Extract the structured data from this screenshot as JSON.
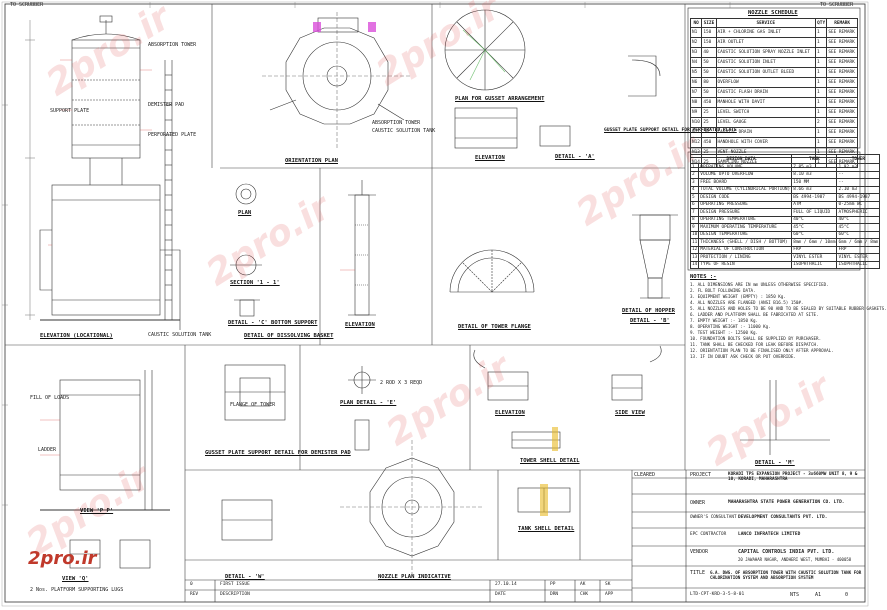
{
  "watermark": "2pro.ir",
  "logo_text": "2pro.ir",
  "top_labels": {
    "top_left": "TO SCRUBBER",
    "top_right": "TO SCRUBBER"
  },
  "view_titles": {
    "elevation_loc": "ELEVATION (LOCATIONAL)",
    "orientation_plan": "ORIENTATION PLAN",
    "plan_gusset": "PLAN FOR GUSSET ARRANGEMENT",
    "gusset_detail": "GUSSET PLATE SUPPORT DETAIL FOR PERFORATED PLATE",
    "elevation_mid": "ELEVATION",
    "detail_a": "DETAIL - 'A'",
    "plan": "PLAN",
    "section_11": "SECTION '1 - 1'",
    "detail_c": "DETAIL - 'C' BOTTOM SUPPORT",
    "detail_dissolving": "DETAIL OF DISSOLVING BASKET",
    "elevation_basket": "ELEVATION",
    "detail_tower_flange": "DETAIL OF TOWER FLANGE",
    "detail_hopper": "DETAIL OF HOPPER",
    "detail_b": "DETAIL - 'B'",
    "gusset_demister": "GUSSET PLATE SUPPORT DETAIL FOR DEMISTER PAD",
    "plan_detail_e": "PLAN DETAIL - 'E'",
    "elevation_small": "ELEVATION",
    "side_view": "SIDE VIEW",
    "tower_shell_detail": "TOWER SHELL DETAIL",
    "tank_shell_detail": "TANK SHELL DETAIL",
    "nozzle_plan": "NOZZLE PLAN INDICATIVE",
    "view_pp": "VIEW 'P P'",
    "view_q": "VIEW 'Q'",
    "detail_w": "DETAIL - 'W'",
    "detail_m": "DETAIL - 'M'"
  },
  "callouts": {
    "absorption_tower": "ABSORPTION TOWER",
    "caustic_tank": "CAUSTIC SOLUTION TANK",
    "absorption_tower_2": "ABSORPTION TOWER",
    "caustic_tank_2": "CAUSTIC SOLUTION TANK",
    "demister_pad": "DEMISTER PAD",
    "perforated_plate": "PERFORATED PLATE",
    "support_plate": "SUPPORT PLATE",
    "ladder": "LADDER",
    "platform_note": "2 Nos. PLATFORM SUPPORTING LUGS",
    "flange_note": "FLANGE OF TOWER",
    "fill_note": "FILL OF LOADS",
    "rods": "2 ROD X 3 REQD"
  },
  "nozzle_schedule": {
    "title": "NOZZLE SCHEDULE",
    "headers": [
      "NO",
      "SIZE",
      "SERVICE",
      "QTY",
      "REMARK"
    ],
    "rows": [
      [
        "N1",
        "150",
        "AIR + CHLORINE GAS INLET",
        "1",
        "SEE REMARK"
      ],
      [
        "N2",
        "150",
        "AIR OUTLET",
        "1",
        "SEE REMARK"
      ],
      [
        "N3",
        "40",
        "CAUSTIC SOLUTION SPRAY NOZZLE INLET",
        "1",
        "SEE REMARK"
      ],
      [
        "N4",
        "50",
        "CAUSTIC SOLUTION INLET",
        "1",
        "SEE REMARK"
      ],
      [
        "N5",
        "50",
        "CAUSTIC SOLUTION OUTLET BLEED",
        "1",
        "SEE REMARK"
      ],
      [
        "N6",
        "80",
        "OVERFLOW",
        "1",
        "SEE REMARK"
      ],
      [
        "N7",
        "50",
        "CAUSTIC FLASH DRAIN",
        "1",
        "SEE REMARK"
      ],
      [
        "N8",
        "450",
        "MANHOLE WITH DAVIT",
        "1",
        "SEE REMARK"
      ],
      [
        "N9",
        "25",
        "LEVEL SWITCH",
        "1",
        "SEE REMARK"
      ],
      [
        "N10",
        "25",
        "LEVEL GAUGE",
        "2",
        "SEE REMARK"
      ],
      [
        "N11",
        "50",
        "CAUSTIC DRAIN",
        "1",
        "SEE REMARK"
      ],
      [
        "N12",
        "450",
        "HANDHOLE WITH COVER",
        "1",
        "SEE REMARK"
      ],
      [
        "N13",
        "25",
        "VENT NOZZLE",
        "1",
        "SEE REMARK"
      ],
      [
        "N14",
        "25",
        "SAMPLING NOZZLE",
        "1",
        "SEE REMARK"
      ]
    ]
  },
  "design_data": {
    "headers": [
      "DESIGN DATA",
      "TANK",
      "TOWER"
    ],
    "rows": [
      [
        "1",
        "OPERATING VOLUME",
        "7.85 m3",
        "1.92 m3"
      ],
      [
        "2",
        "VOLUME UPTO OVERFLOW",
        "8.10 m3",
        "--"
      ],
      [
        "3",
        "FREE BOARD",
        "150 MM",
        "--"
      ],
      [
        "4",
        "TOTAL VOLUME (CYLINDRICAL PORTION)",
        "8.66 m3",
        "2.10 m3"
      ],
      [
        "5",
        "DESIGN CODE",
        "BS 4994-1987",
        "BS 4994-1987"
      ],
      [
        "6",
        "OPERATING PRESSURE",
        "ATM",
        "0-25mm WC"
      ],
      [
        "7",
        "DESIGN PRESSURE",
        "FULL OF LIQUID",
        "ATMOSPHERIC"
      ],
      [
        "8",
        "OPERATING TEMPERATURE",
        "40°C",
        "40°C"
      ],
      [
        "9",
        "MAXIMUM OPERATING TEMPERATURE",
        "45°C",
        "45°C"
      ],
      [
        "10",
        "DESIGN TEMPERATURE",
        "60°C",
        "60°C"
      ],
      [
        "11",
        "THICKNESS (SHELL / DISH / BOTTOM)",
        "8mm / 6mm / 10mm",
        "6mm / 6mm / 8mm"
      ],
      [
        "12",
        "MATERIAL OF CONSTRUCTION",
        "FRP",
        "FRP"
      ],
      [
        "13",
        "PROTECTION / LINING",
        "VINYL ESTER",
        "VINYL ESTER"
      ],
      [
        "14",
        "TYPE OF RESIN",
        "ISOPHTHALIC",
        "ISOPHTHALIC"
      ]
    ]
  },
  "notes": {
    "title": "NOTES :-",
    "lines": [
      "1. ALL DIMENSIONS ARE IN mm UNLESS OTHERWISE SPECIFIED.",
      "2. FL BOLT FOLLOWING DATA.",
      "3. EQUIPMENT WEIGHT (EMPTY) : 1850 Kg.",
      "4. ALL NOZZLES ARE FLANGED (ANSI B16.5) 150#.",
      "5. ALL NOZZLES AND HOLES TO BE 90 AND TO BE SEALED BY SUITABLE RUBBER GASKETS.",
      "6. LADDER AND PLATFORM SHALL BE FABRICATED AT SITE.",
      "7. EMPTY WEIGHT :- 1850 Kg.",
      "8. OPERATING WEIGHT :- 11000 Kg.",
      "9. TEST WEIGHT :- 12500 Kg.",
      "10. FOUNDATION BOLTS SHALL BE SUPPLIED BY PURCHASER.",
      "11. TANK SHALL BE CHECKED FOR LEAK BEFORE DISPATCH.",
      "12. ORIENTATION PLAN TO BE FINALISED ONLY AFTER APPROVAL.",
      "13. IF IN DOUBT ASK CHECK OR PUT OVERRIDE."
    ]
  },
  "title_block": {
    "project_label": "PROJECT",
    "project": "KORADI TPS EXPANSION PROJECT - 3x660MW UNIT 8, 9 & 10, KORADI, MAHARASHTRA",
    "owner_label": "OWNER",
    "owner": "MAHARASHTRA STATE POWER GENERATION CO. LTD.",
    "consultant_label": "OWNER'S CONSULTANT",
    "consultant": "DEVELOPMENT CONSULTANTS PVT. LTD.",
    "epc_label": "EPC CONTRACTOR",
    "epc": "LANCO INFRATECH LIMITED",
    "vendor_label": "VENDOR",
    "vendor": "CAPITAL CONTROLS INDIA PVT. LTD.",
    "vendor_addr": "20 JAWAHAR NAGAR, ANDHERI WEST, MUMBAI - 400058",
    "title_label": "TITLE",
    "title": "G.A. DWG. OF ABSORPTION TOWER WITH CAUSTIC SOLUTION TANK FOR CHLORINATION SYSTEM AND ABSORPTION SYSTEM",
    "cleared_label": "CLEARED",
    "drg_no": "LTD-CPT-KRD-3-5-8-01",
    "scale": "NTS",
    "sheet": "A1",
    "rev": "0",
    "rows": [
      [
        "0",
        "FIRST ISSUE",
        "27.10.14",
        "PP",
        "AK",
        "SK"
      ],
      [
        "REV",
        "DESCRIPTION",
        "DATE",
        "DRN",
        "CHK",
        "APP"
      ]
    ]
  }
}
